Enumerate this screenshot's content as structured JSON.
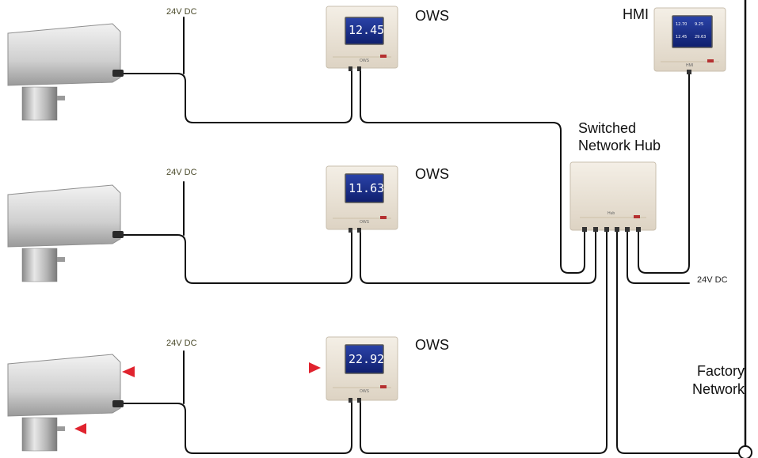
{
  "power_labels": [
    "24V DC",
    "24V DC",
    "24V DC",
    "24V DC"
  ],
  "ows_labels": [
    "OWS",
    "OWS",
    "OWS"
  ],
  "ows_readings": [
    "12.45",
    "11.63",
    "22.92"
  ],
  "ows_panel_label": "OWS",
  "hmi": {
    "label": "HMI",
    "panel_label": "HMI",
    "readings": [
      "12.70",
      "9.25",
      "12.45",
      "29.63"
    ]
  },
  "hub": {
    "label_line1": "Switched",
    "label_line2": "Network Hub",
    "panel_label": "Hub"
  },
  "factory_network": {
    "line1": "Factory",
    "line2": "Network"
  },
  "colors": {
    "cable": "#111111",
    "sensor_body": "#c7c7c7",
    "panel_body": "#ede5d8",
    "screen": "#1a2f8a",
    "marker": "#e0232e"
  }
}
